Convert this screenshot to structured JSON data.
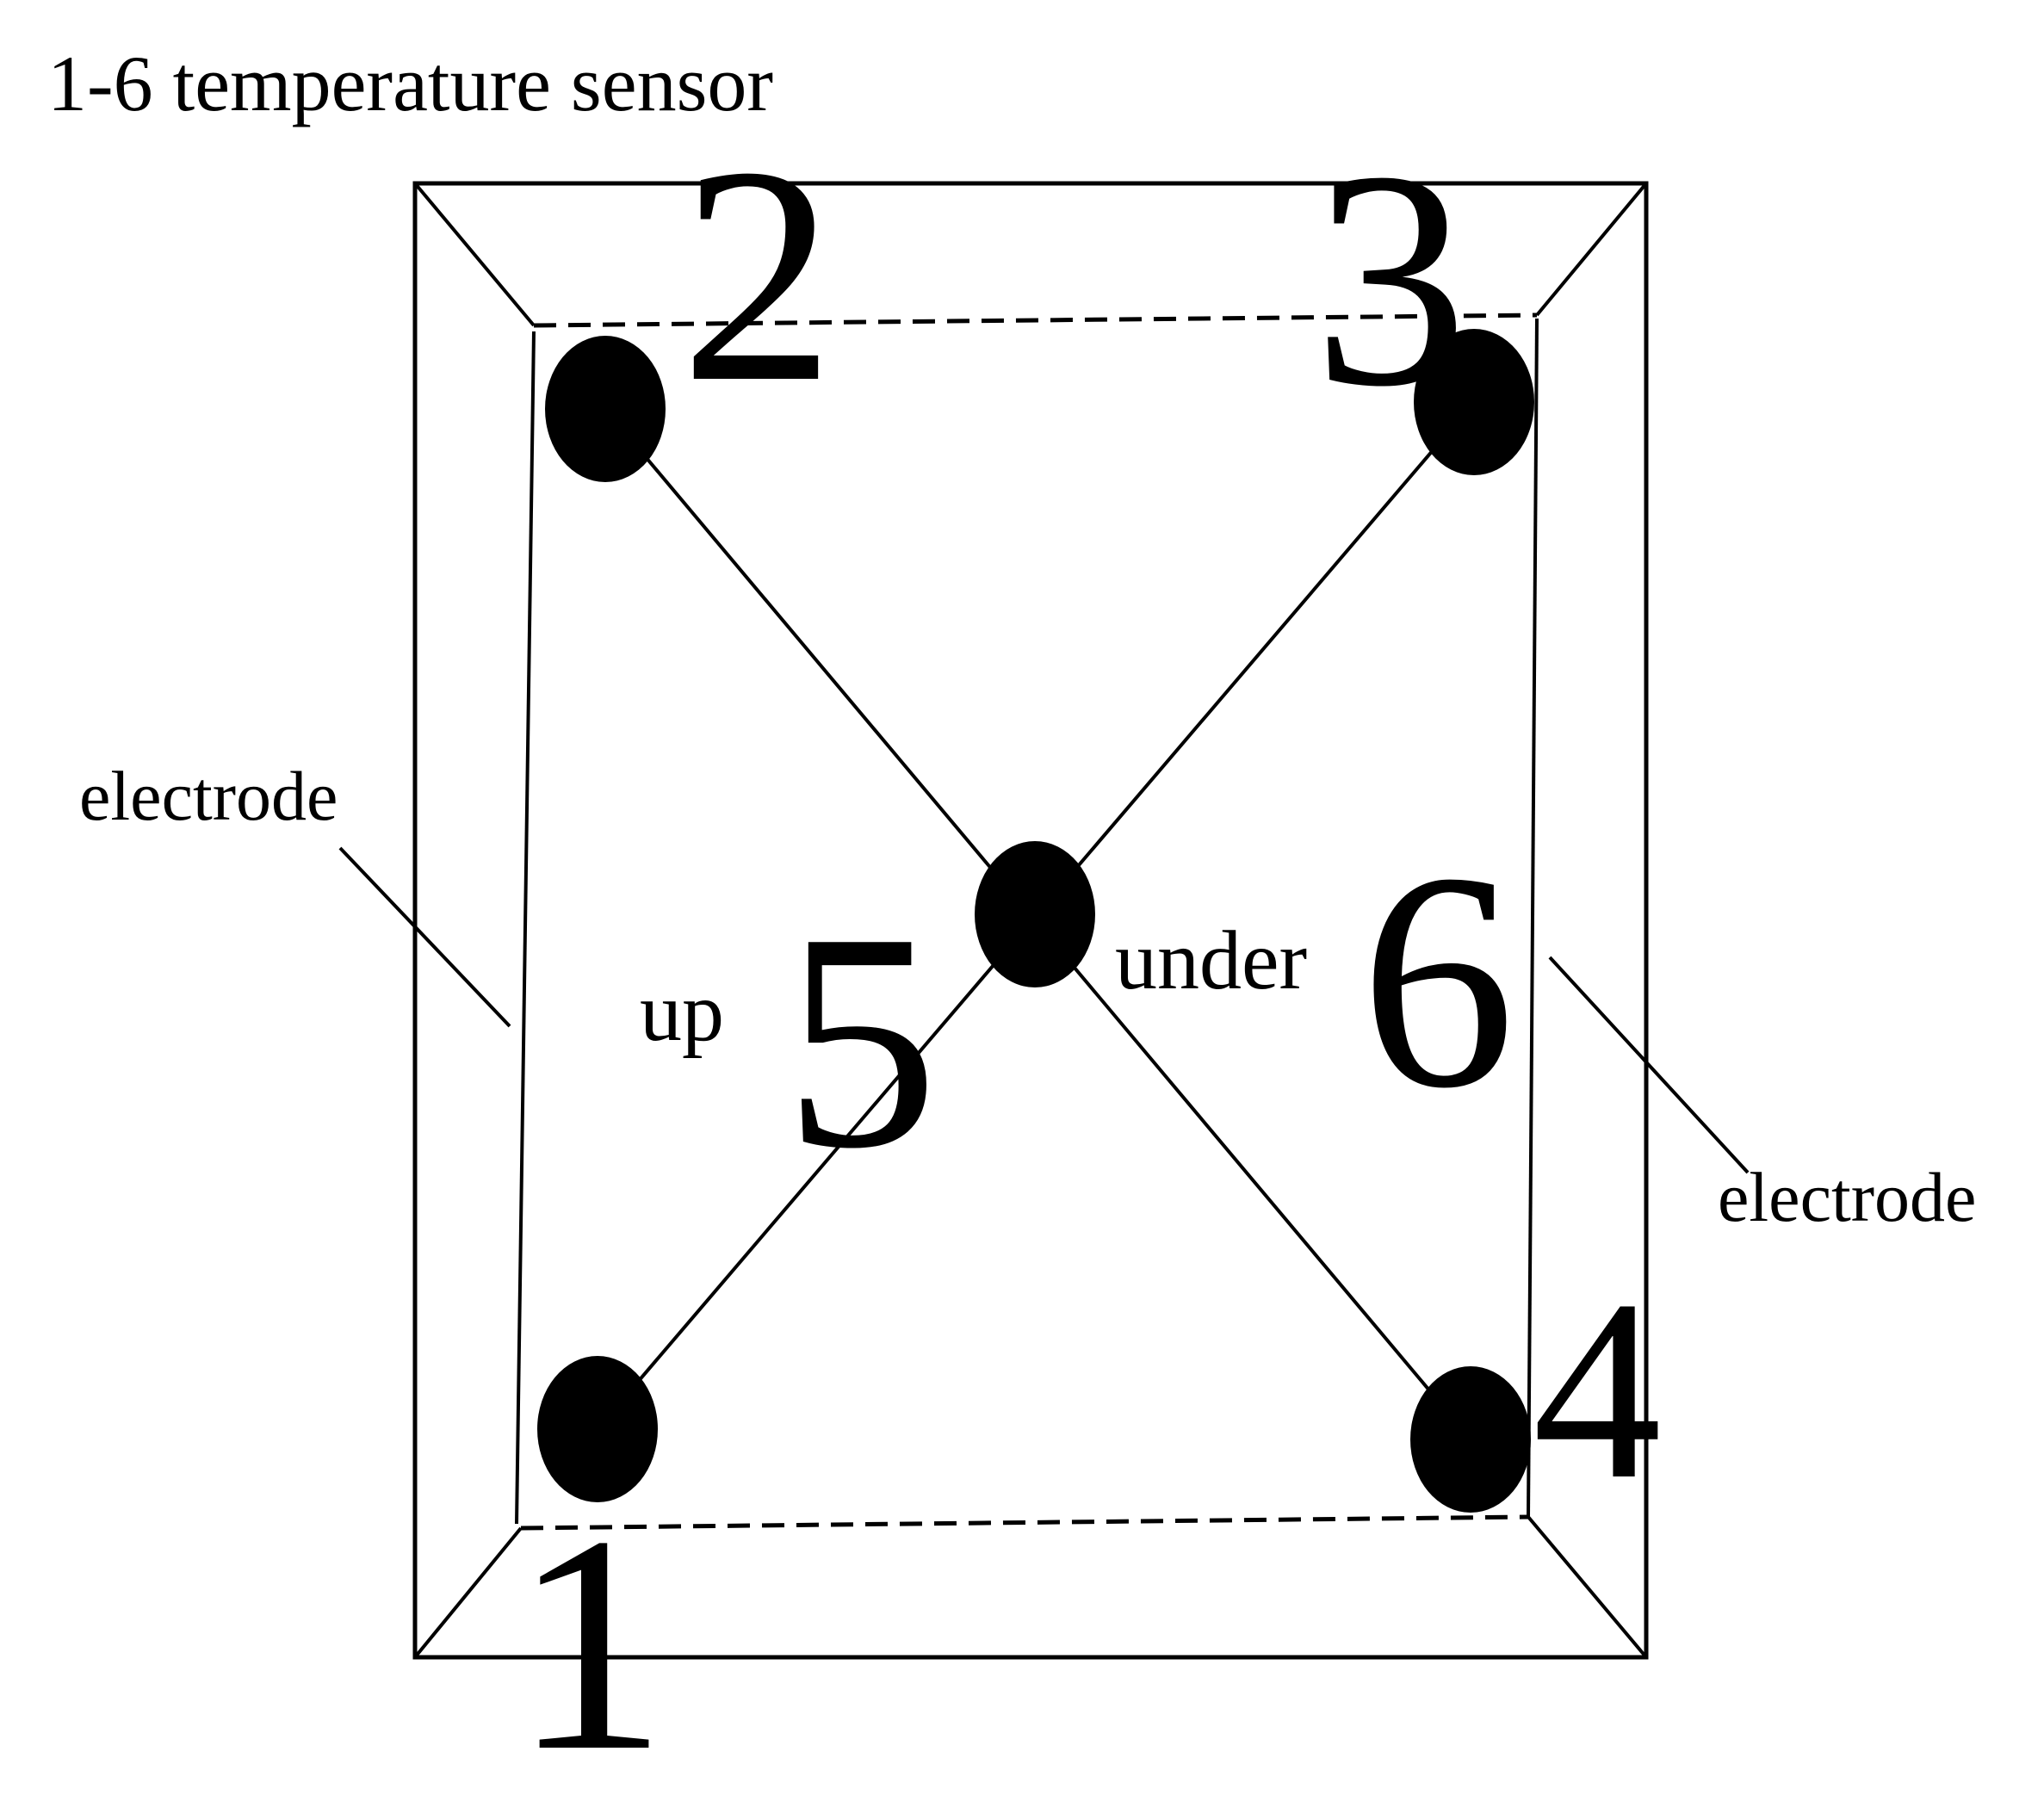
{
  "diagram": {
    "caption": "1-6  temperature sensor",
    "left_electrode_label": "electrode",
    "right_electrode_label": "electrode",
    "up_label": "up",
    "under_label": "under",
    "sensors": [
      {
        "id": "1"
      },
      {
        "id": "2"
      },
      {
        "id": "3"
      },
      {
        "id": "4"
      },
      {
        "id": "5"
      },
      {
        "id": "6"
      }
    ],
    "colors": {
      "ink": "#000000",
      "background": "#ffffff"
    }
  }
}
